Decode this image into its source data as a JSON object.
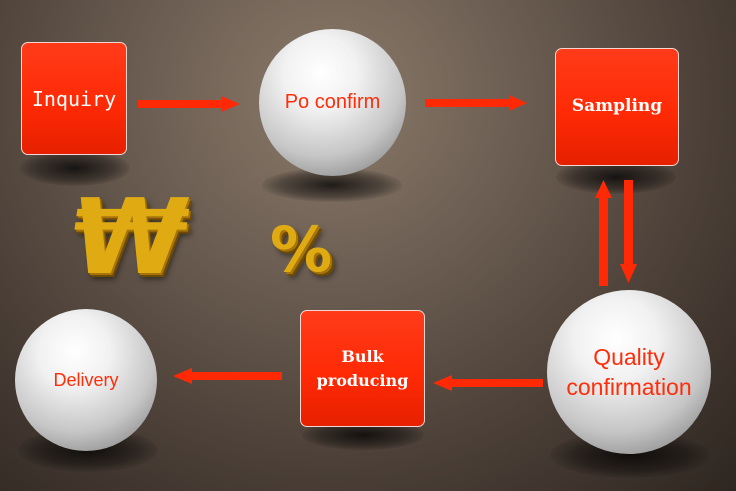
{
  "colors": {
    "box_fill": "#ff2a05",
    "arrow": "#ff2a05",
    "sphere_text": "#ff2d0a",
    "gold": "#e0ab12"
  },
  "nodes": {
    "inquiry": "Inquiry",
    "po_confirm": "Po confirm",
    "sampling": "Sampling",
    "quality_line1": "Quality",
    "quality_line2": "confirmation",
    "bulk_line1": "Bulk",
    "bulk_line2": "producing",
    "delivery": "Delivery"
  },
  "decorations": {
    "won_symbol": "₩",
    "percent_symbol": "%"
  }
}
